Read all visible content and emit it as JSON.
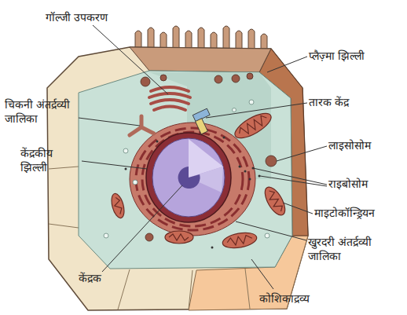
{
  "diagram": {
    "labels": [
      "गॉल्जी उपकरण",
      "प्लैज़्मा झिल्ली",
      "तारक केंद्र",
      "चिकनी अंतर्द्रव्यी जालिका",
      "लाइसोसोम",
      "केंद्रकीय झिल्ली",
      "राइबोसोम",
      "माइटोकॉन्ड्रियन",
      "खुरदरी अंतर्द्रव्यी जालिका",
      "केंद्रक",
      "कोशिकाद्रव्य"
    ]
  }
}
